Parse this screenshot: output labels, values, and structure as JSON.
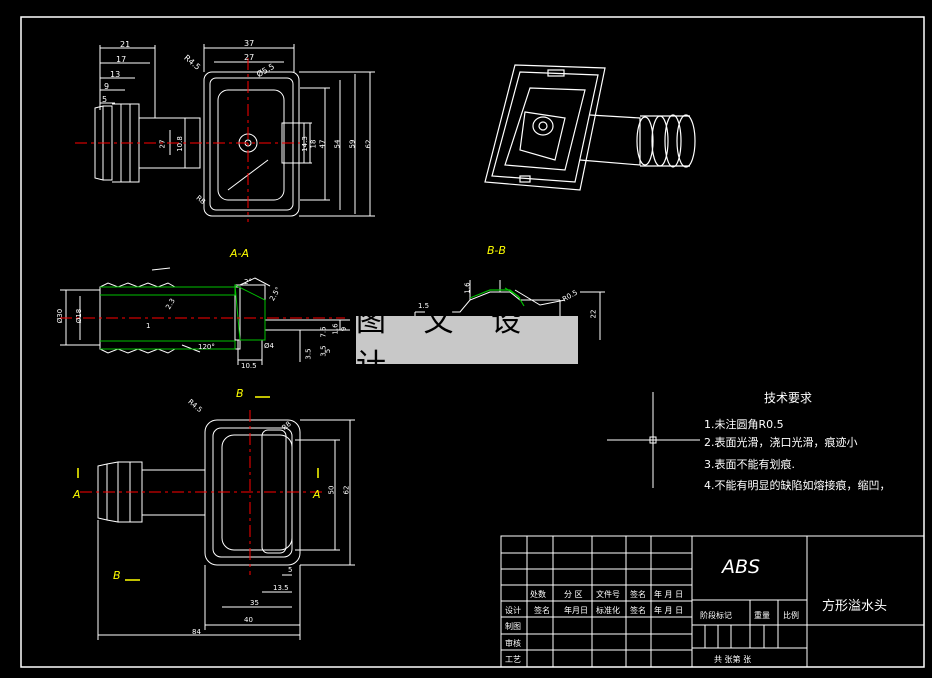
{
  "colors": {
    "background": "#000000",
    "lines": "#ffffff",
    "centerline": "#ff0000",
    "dimension": "#ffffff",
    "section_label": "#ffff00",
    "hatch": "#00c000"
  },
  "views": {
    "front": {
      "dims": [
        "21",
        "17",
        "13",
        "9",
        "5",
        "37",
        "27",
        "R4.5",
        "Ø5.5",
        "10.8",
        "27",
        "14.3",
        "18",
        "47",
        "54",
        "59",
        "62",
        "R8"
      ]
    },
    "section_aa": {
      "label": "A-A",
      "dims": [
        "Ø30",
        "Ø18",
        "1",
        "2.3",
        "120°",
        "2°",
        "2.5°",
        "Ø4",
        "10.5",
        "7.5",
        "3.5",
        "1.6",
        "9",
        "3.5",
        "5"
      ]
    },
    "section_bb": {
      "label": "B-B",
      "dims": [
        "1.6",
        "1.5",
        "R0.5",
        "22"
      ]
    },
    "top": {
      "dims": [
        "R4.5",
        "R8",
        "A",
        "A",
        "B",
        "B",
        "50",
        "62",
        "5",
        "13.5",
        "35",
        "40",
        "84"
      ]
    }
  },
  "watermark": "图 文 设 计",
  "tech": {
    "title": "技术要求",
    "items": [
      "1.未注圆角R0.5",
      "2.表面光滑，浇口光滑，痕迹小",
      "3.表面不能有划痕.",
      "4.不能有明显的缺陷如熔接痕，缩凹，"
    ]
  },
  "title_block": {
    "material": "ABS",
    "part_name": "方形溢水头",
    "row_labels": [
      "处数",
      "分 区",
      "文件号",
      "签名",
      "年 月 日"
    ],
    "left_labels": [
      "设计",
      "制图",
      "审核",
      "工艺"
    ],
    "mid_labels": [
      "签名",
      "年月日",
      "标准化",
      "签名",
      "年 月 日"
    ],
    "stage_labels": [
      "阶段标记",
      "重量",
      "比例"
    ],
    "sheet_label": "共  张第  张"
  }
}
